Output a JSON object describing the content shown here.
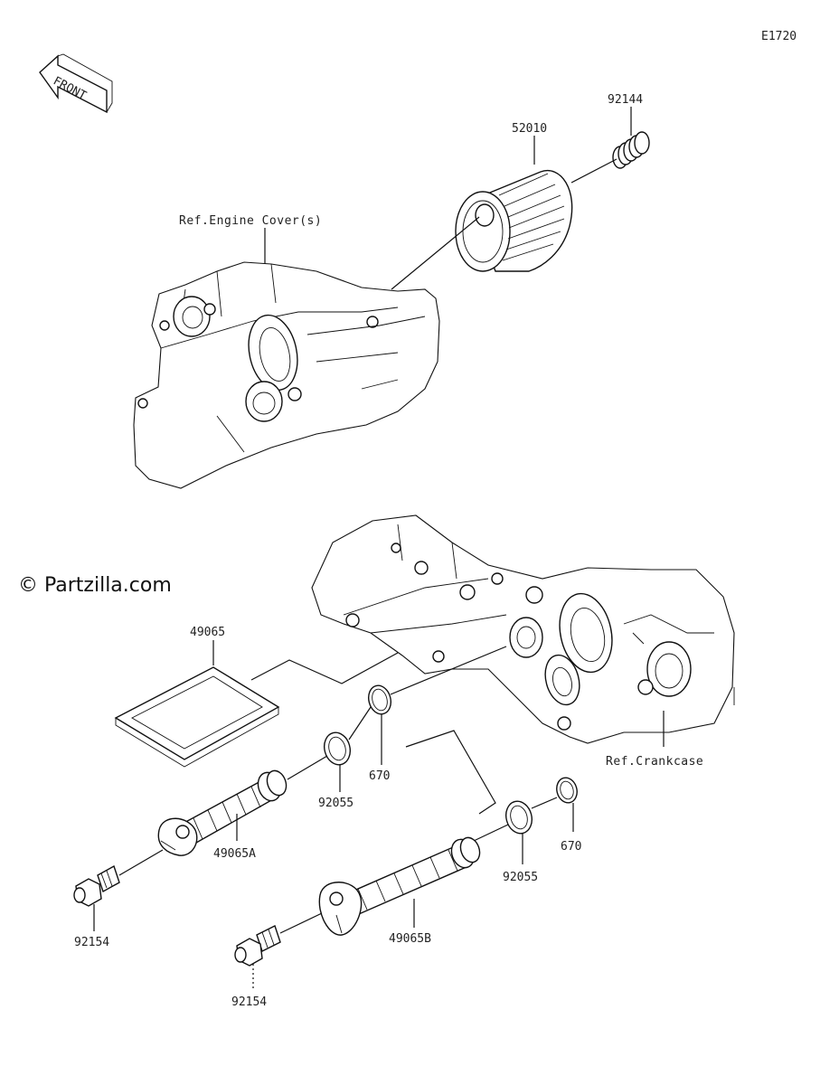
{
  "diagram_code": "E1720",
  "watermark": "© Partzilla.com",
  "front_label": "FRONT",
  "refs": {
    "engine_cover": "Ref.Engine Cover(s)",
    "crankcase": "Ref.Crankcase"
  },
  "parts": {
    "spring": "92144",
    "oil_filter": "52010",
    "screen": "49065",
    "strainer_a": "49065A",
    "strainer_b": "49065B",
    "oring_a_large": "92055",
    "oring_a_small": "670",
    "oring_b_large": "92055",
    "oring_b_small": "670",
    "bolt_a": "92154",
    "bolt_b": "92154"
  }
}
